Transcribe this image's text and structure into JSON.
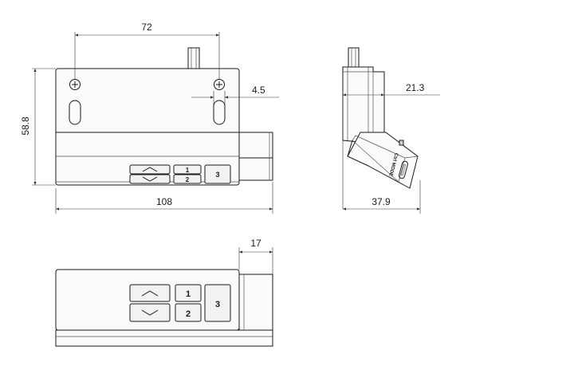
{
  "dimensions": {
    "hole_spacing": "72",
    "hole_offset": "4.5",
    "height": "58.8",
    "width": "108",
    "side_offset": "21.3",
    "side_depth": "37.9",
    "cable_protrusion": "17"
  },
  "keys": {
    "one": "1",
    "two": "2",
    "three": "3"
  },
  "port_label": "Ctrl MODE",
  "icons": {
    "up": "chevron-up-icon",
    "down": "chevron-down-icon",
    "screw": "screw-head-icon",
    "usb_c": "usb-c-port-icon"
  }
}
